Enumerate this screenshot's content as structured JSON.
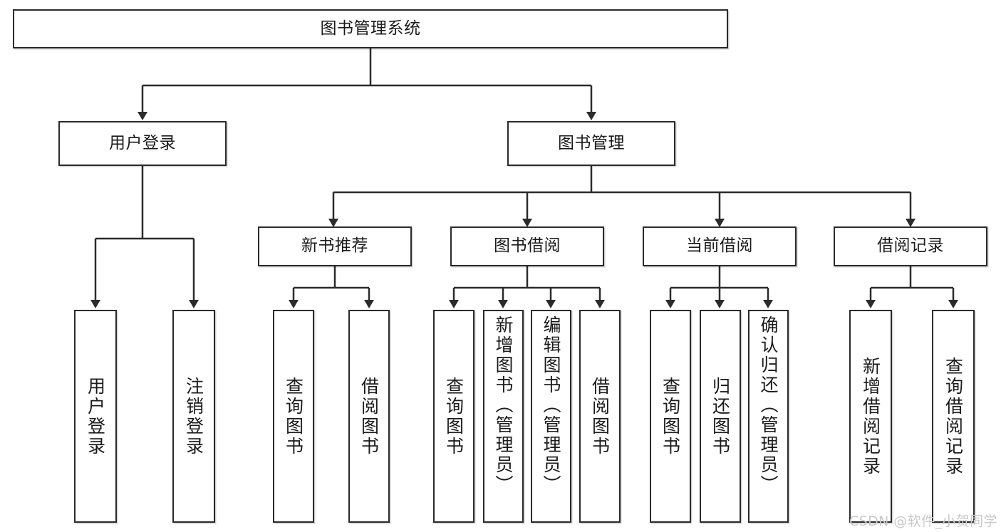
{
  "diagram": {
    "title": "图书管理系统",
    "type": "tree-hierarchy-chart",
    "root": {
      "label": "图书管理系统"
    },
    "level2": [
      {
        "label": "用户登录"
      },
      {
        "label": "图书管理"
      }
    ],
    "level3": [
      {
        "label": "新书推荐"
      },
      {
        "label": "图书借阅"
      },
      {
        "label": "当前借阅"
      },
      {
        "label": "借阅记录"
      }
    ],
    "leaves": {
      "user_login": [
        {
          "label": "用户登录"
        },
        {
          "label": "注销登录"
        }
      ],
      "new_book_recommend": [
        {
          "label": "查询图书"
        },
        {
          "label": "借阅图书"
        }
      ],
      "book_borrow": [
        {
          "label": "查询图书"
        },
        {
          "label": "新增图书（管理员）"
        },
        {
          "label": "编辑图书（管理员）"
        },
        {
          "label": "借阅图书"
        }
      ],
      "current_borrow": [
        {
          "label": "查询图书"
        },
        {
          "label": "归还图书"
        },
        {
          "label": "确认归还（管理员）"
        }
      ],
      "borrow_record": [
        {
          "label": "新增借阅记录"
        },
        {
          "label": "查询借阅记录"
        }
      ]
    },
    "watermark": "CSDN @软件_小贺同学",
    "colors": {
      "stroke": "#2b2b2b",
      "fill": "#ffffff",
      "text": "#1b1b1b",
      "watermark": "#c9c9c9"
    }
  },
  "chart_data": {
    "type": "table",
    "title": "图书管理系统",
    "nodes": [
      {
        "id": "root",
        "label": "图书管理系统",
        "level": 0,
        "parent": null
      },
      {
        "id": "user-login",
        "label": "用户登录",
        "level": 1,
        "parent": "root"
      },
      {
        "id": "book-manage",
        "label": "图书管理",
        "level": 1,
        "parent": "root"
      },
      {
        "id": "new-book",
        "label": "新书推荐",
        "level": 2,
        "parent": "book-manage"
      },
      {
        "id": "book-borrow",
        "label": "图书借阅",
        "level": 2,
        "parent": "book-manage"
      },
      {
        "id": "current-borrow",
        "label": "当前借阅",
        "level": 2,
        "parent": "book-manage"
      },
      {
        "id": "borrow-record",
        "label": "借阅记录",
        "level": 2,
        "parent": "book-manage"
      },
      {
        "id": "ul-1",
        "label": "用户登录",
        "level": 2,
        "parent": "user-login"
      },
      {
        "id": "ul-2",
        "label": "注销登录",
        "level": 2,
        "parent": "user-login"
      },
      {
        "id": "nb-1",
        "label": "查询图书",
        "level": 3,
        "parent": "new-book"
      },
      {
        "id": "nb-2",
        "label": "借阅图书",
        "level": 3,
        "parent": "new-book"
      },
      {
        "id": "bb-1",
        "label": "查询图书",
        "level": 3,
        "parent": "book-borrow"
      },
      {
        "id": "bb-2",
        "label": "新增图书（管理员）",
        "level": 3,
        "parent": "book-borrow"
      },
      {
        "id": "bb-3",
        "label": "编辑图书（管理员）",
        "level": 3,
        "parent": "book-borrow"
      },
      {
        "id": "bb-4",
        "label": "借阅图书",
        "level": 3,
        "parent": "book-borrow"
      },
      {
        "id": "cb-1",
        "label": "查询图书",
        "level": 3,
        "parent": "current-borrow"
      },
      {
        "id": "cb-2",
        "label": "归还图书",
        "level": 3,
        "parent": "current-borrow"
      },
      {
        "id": "cb-3",
        "label": "确认归还（管理员）",
        "level": 3,
        "parent": "current-borrow"
      },
      {
        "id": "br-1",
        "label": "新增借阅记录",
        "level": 3,
        "parent": "borrow-record"
      },
      {
        "id": "br-2",
        "label": "查询借阅记录",
        "level": 3,
        "parent": "borrow-record"
      }
    ]
  }
}
